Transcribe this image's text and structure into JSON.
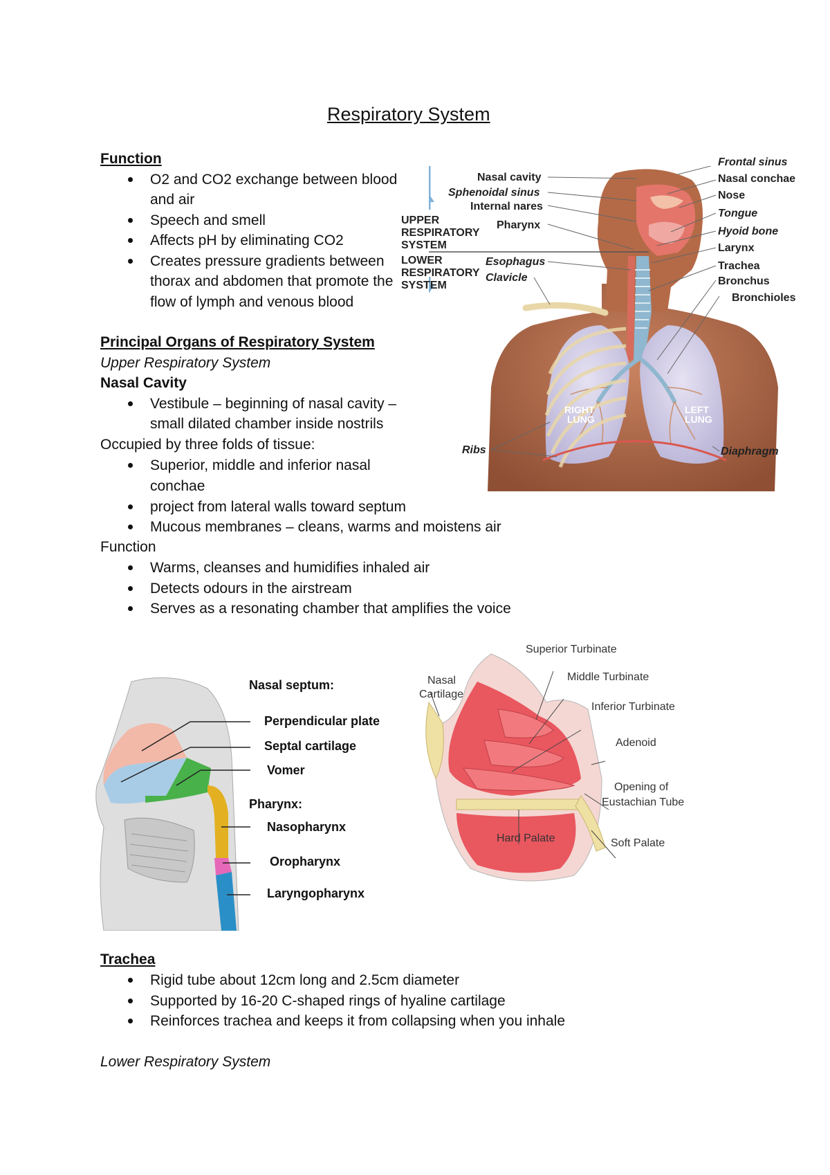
{
  "title": "Respiratory System",
  "function_section": {
    "heading": "Function",
    "items": [
      "O2 and CO2 exchange between blood",
      "and air",
      "Speech and smell",
      "Affects pH by eliminating CO2",
      "Creates pressure gradients between",
      "thorax and abdomen that promote the",
      "flow of lymph and venous blood"
    ]
  },
  "organs_section": {
    "heading": "Principal Organs of Respiratory System",
    "subheading": "Upper Respiratory System",
    "nasal_cavity": {
      "heading": "Nasal Cavity",
      "vestibule_lines": [
        "Vestibule – beginning of nasal cavity –",
        "small dilated chamber inside nostrils"
      ],
      "occupied": "Occupied by three folds of tissue:",
      "fold_items": [
        "Superior, middle and inferior nasal",
        "conchae",
        "project from lateral walls toward septum",
        "Mucous membranes – cleans, warms and moistens air"
      ],
      "function_label": "Function",
      "function_items": [
        "Warms, cleanses and humidifies inhaled air",
        "Detects odours in the airstream",
        "Serves as a resonating chamber that amplifies the voice"
      ]
    }
  },
  "figure1": {
    "upper_label": [
      "UPPER",
      "RESPIRATORY",
      "SYSTEM"
    ],
    "lower_label": [
      "LOWER",
      "RESPIRATORY",
      "SYSTEM"
    ],
    "left_labels": {
      "nasal_cavity": "Nasal cavity",
      "sphenoidal_sinus": "Sphenoidal sinus",
      "internal_nares": "Internal nares",
      "pharynx": "Pharynx",
      "esophagus": "Esophagus",
      "clavicle": "Clavicle",
      "ribs": "Ribs"
    },
    "right_labels": {
      "frontal_sinus": "Frontal sinus",
      "nasal_conchae": "Nasal conchae",
      "nose": "Nose",
      "tongue": "Tongue",
      "hyoid_bone": "Hyoid bone",
      "larynx": "Larynx",
      "trachea": "Trachea",
      "bronchus": "Bronchus",
      "bronchioles": "Bronchioles",
      "diaphragm": "Diaphragm"
    },
    "lung_labels": {
      "right": [
        "RIGHT",
        "LUNG"
      ],
      "left": [
        "LEFT",
        "LUNG"
      ]
    },
    "colors": {
      "skin": "#b56a48",
      "tissue": "#e4756a",
      "lung": "#c9c6df",
      "bone": "#e9d7a8",
      "arrow": "#7fb2da"
    }
  },
  "figure2": {
    "septum_heading": "Nasal septum:",
    "septum_items": [
      "Perpendicular plate",
      "Septal cartilage",
      "Vomer"
    ],
    "pharynx_heading": "Pharynx:",
    "pharynx_items": [
      "Nasopharynx",
      "Oropharynx",
      "Laryngopharynx"
    ],
    "colors": {
      "plate": "#f2b8a8",
      "cartilage": "#a9cce6",
      "vomer": "#49b14a",
      "naso": "#e3b022",
      "oro": "#e668b8",
      "laryngo": "#2b8fc7"
    }
  },
  "figure3": {
    "labels": {
      "superior_turbinate": "Superior Turbinate",
      "middle_turbinate": "Middle Turbinate",
      "inferior_turbinate": "Inferior Turbinate",
      "adenoid": "Adenoid",
      "opening_eustachian": [
        "Opening of",
        "Eustachian Tube"
      ],
      "soft_palate": "Soft Palate",
      "hard_palate": "Hard Palate",
      "nasal_cartilage": [
        "Nasal",
        "Cartilage"
      ]
    },
    "colors": {
      "tissue": "#e9575f",
      "bone": "#efe0a4",
      "outline": "#b5b5b5"
    }
  },
  "trachea_section": {
    "heading": "Trachea",
    "items": [
      "Rigid tube about 12cm long and 2.5cm diameter",
      "Supported by 16-20 C-shaped rings of hyaline cartilage",
      "Reinforces trachea and keeps it from collapsing when you inhale"
    ]
  },
  "lower_heading": "Lower Respiratory System"
}
